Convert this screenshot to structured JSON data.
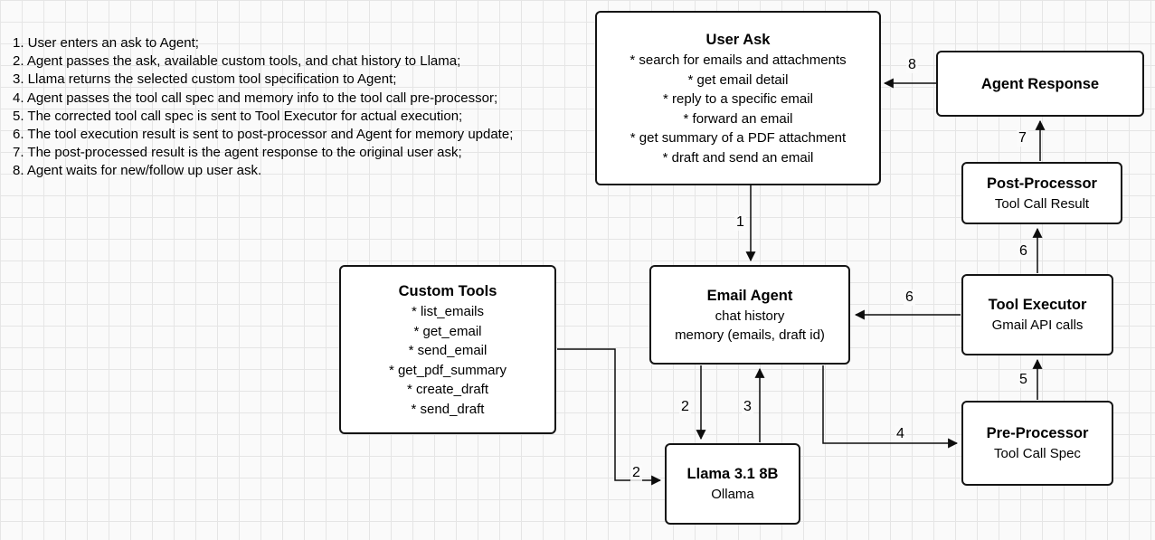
{
  "steps": [
    "1. User enters an ask to Agent;",
    "2. Agent passes the ask, available custom tools, and chat history to Llama;",
    "3. Llama returns the selected custom tool specification to Agent;",
    "4. Agent passes the tool call spec and memory info to the tool call pre-processor;",
    "5. The corrected tool call spec is sent to Tool Executor for actual execution;",
    "6. The tool execution result is sent to post-processor and Agent for memory update;",
    "7. The post-processed result is the agent response to the original user ask;",
    "8. Agent waits for new/follow up user ask."
  ],
  "nodes": {
    "user_ask": {
      "title": "User Ask",
      "items": [
        "* search for emails and attachments",
        "* get email detail",
        "* reply to a specific email",
        "* forward an email",
        "* get summary of a PDF attachment",
        "* draft and send an email"
      ]
    },
    "agent_response": {
      "title": "Agent Response"
    },
    "post_processor": {
      "title": "Post-Processor",
      "subtitle": "Tool Call Result"
    },
    "tool_executor": {
      "title": "Tool Executor",
      "subtitle": "Gmail API calls"
    },
    "pre_processor": {
      "title": "Pre-Processor",
      "subtitle": "Tool Call Spec"
    },
    "email_agent": {
      "title": "Email Agent",
      "items": [
        "chat history",
        "memory (emails, draft id)"
      ]
    },
    "custom_tools": {
      "title": "Custom Tools",
      "items": [
        "* list_emails",
        "* get_email",
        "* send_email",
        "* get_pdf_summary",
        "* create_draft",
        "* send_draft"
      ]
    },
    "llama": {
      "title": "Llama 3.1 8B",
      "subtitle": "Ollama"
    }
  },
  "edge_labels": {
    "user_to_agent": "1",
    "agent_to_llama": "2",
    "tools_to_llama": "2",
    "llama_to_agent": "3",
    "agent_to_preprocessor": "4",
    "preprocessor_to_executor": "5",
    "executor_to_postprocessor": "6",
    "executor_to_agent": "6",
    "postprocessor_to_response": "7",
    "response_to_userask": "8"
  },
  "colors": {
    "node_border": "#141414",
    "node_fill": "#ffffff",
    "edge": "#0d0d0d",
    "background": "#fafafa",
    "grid": "#e5e5e5",
    "text": "#000000"
  }
}
